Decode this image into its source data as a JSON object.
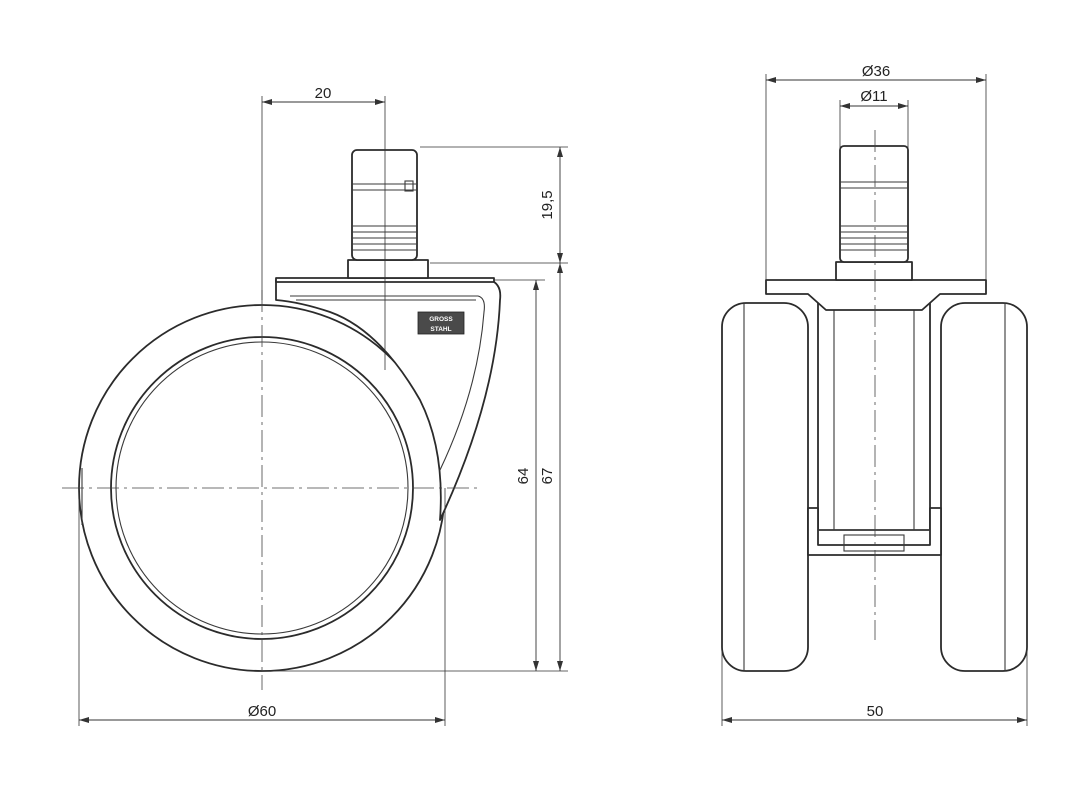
{
  "dimensions": {
    "stem_offset": "20",
    "stem_length": "19,5",
    "height_to_plate": "64",
    "total_height": "67",
    "wheel_diameter": "Ø60",
    "housing_diameter": "Ø36",
    "stem_diameter": "Ø11",
    "total_width": "50"
  },
  "logo": {
    "line1": "GROSS",
    "line2": "STAHL"
  }
}
